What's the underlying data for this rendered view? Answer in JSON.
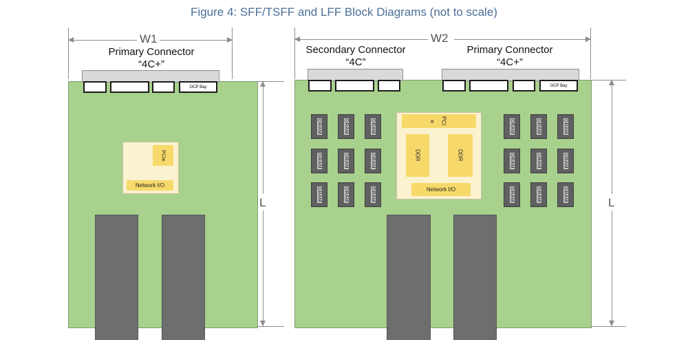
{
  "title": "Figure 4: SFF/TSFF and LFF Block Diagrams (not to scale)",
  "left": {
    "width_label": "W1",
    "length_label": "L",
    "primary_connector": "Primary Connector",
    "primary_connector_type": "“4C+”",
    "ocp_bay": "OCP Bay",
    "pcie": "PCIe",
    "network_io": "Network I/O"
  },
  "right": {
    "width_label": "W2",
    "length_label": "L",
    "secondary_connector": "Secondary Connector",
    "secondary_connector_type": "“4C”",
    "primary_connector": "Primary Connector",
    "primary_connector_type": "“4C+”",
    "ocp_bay": "OCP Bay",
    "pci": "PCI",
    "pci_mark": "e",
    "ddr": "DDR",
    "network_io": "Network I/O",
    "dram": "DRAM"
  },
  "colors": {
    "board": "#a9d18e",
    "heatsink": "#6d6e6e",
    "chip": "#f7d96b",
    "title": "#4a6e96"
  }
}
